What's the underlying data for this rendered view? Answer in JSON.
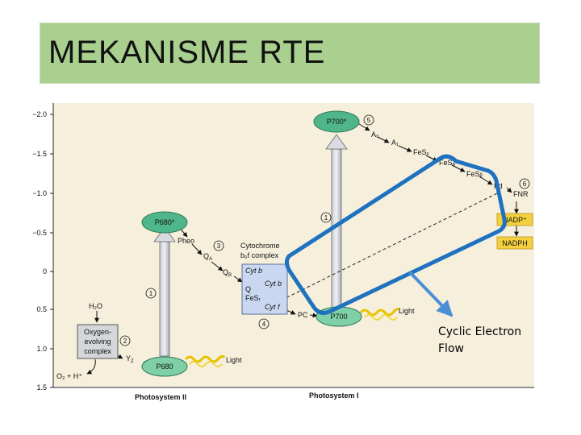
{
  "title": "MEKANISME RTE",
  "colors": {
    "title_bg": "#a9d08e",
    "plot_bg": "#f6efdc",
    "highlight_box": "#1f72c0",
    "arrow_callout": "#4a8fd6",
    "complex_fill": "#c9d7f0",
    "p_star_fill": "#4fb58a",
    "p_ground_fill": "#7fcfa7",
    "nadp_fill": "#f4d03f"
  },
  "y_axis": {
    "ticks": [
      "−2.0",
      "−1.5",
      "−1.0",
      "−0.5",
      "0",
      "0.5",
      "1.0",
      "1.5"
    ]
  },
  "labels": {
    "p700_star": "P700*",
    "p680_star": "P680*",
    "p700": "P700",
    "p680": "P680",
    "pheo": "Pheo",
    "qa_main": "Q",
    "qa_sub": "A",
    "qb_main": "Q",
    "qb_sub": "B",
    "cytochrome_line1": "Cytochrome",
    "cytochrome_line2": "b₆f complex",
    "cyt_b1": "Cyt b",
    "cyt_b2": "Cyt b",
    "q": "Q",
    "fes_r": "FeSᵣ",
    "cyt_f": "Cyt f",
    "pc": "PC",
    "a0": "A₀",
    "a1": "A₁",
    "fesx": "FeSₓ",
    "fesa": "FeSₐ",
    "fesb": "FeSᵦ",
    "fd": "Fd",
    "fnr": "FNR",
    "nadp_plus": "NADP⁺",
    "nadph": "NADPH",
    "h2o": "H₂O",
    "oec_line1": "Oxygen-",
    "oec_line2": "evolving",
    "oec_line3": "complex",
    "yz_main": "Y",
    "yz_sub": "Z",
    "o2": "O₂ + H⁺",
    "light_1": "Light",
    "light_2": "Light",
    "num_1": "1",
    "num_1b": "1",
    "num_2": "2",
    "num_3": "3",
    "num_4": "4",
    "num_5": "5",
    "num_6": "6",
    "ps2": "Photosystem II",
    "ps1": "Photosystem I"
  },
  "callout": {
    "line1": "Cyclic Electron",
    "line2": "Flow"
  }
}
